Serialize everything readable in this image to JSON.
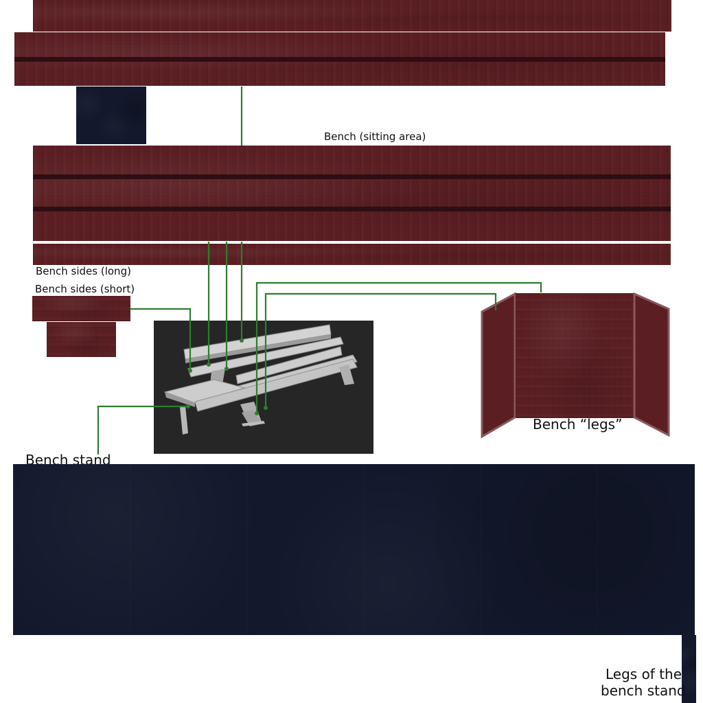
{
  "labels": {
    "sitting_area": "Bench (sitting area)",
    "sides_long": "Bench sides (long)",
    "sides_short": "Bench sides (short)",
    "bench_legs": "Bench “legs”",
    "bench_stand": "Bench stand",
    "legs_of_stand_line1": "Legs of the",
    "legs_of_stand_line2": "bench stand"
  },
  "colors": {
    "wood": "#5b1f23",
    "wood_groove": "#2e0e12",
    "navy": "#13182c",
    "connector": "#2e7d2e",
    "render_background": "#262626",
    "model_gray": "#c9c9c9"
  }
}
